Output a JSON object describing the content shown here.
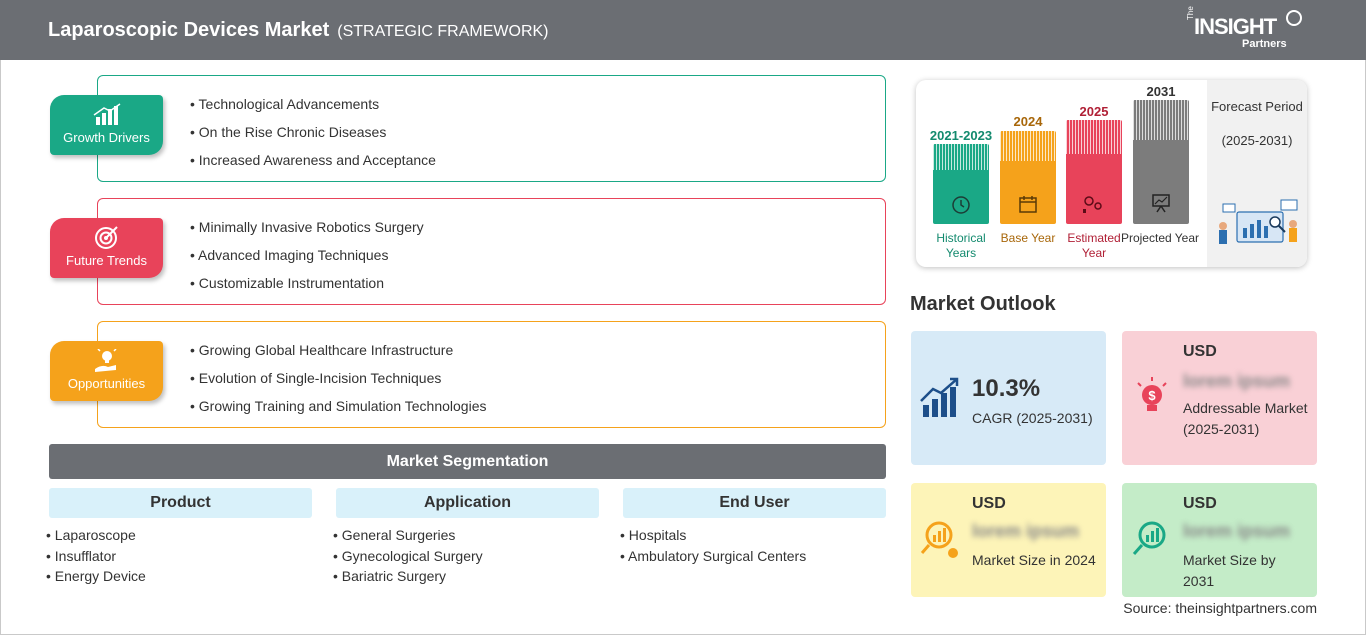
{
  "header": {
    "title": "Laparoscopic Devices Market",
    "subtitle": "(STRATEGIC FRAMEWORK)",
    "logo": {
      "the": "The",
      "insight": "INSIGHT",
      "partners": "Partners"
    }
  },
  "themes": [
    {
      "label": "Growth Drivers",
      "color": "#1aa886",
      "icon": "bar-chart-growth-icon",
      "items": [
        "Technological Advancements",
        "On the Rise Chronic Diseases",
        "Increased Awareness and Acceptance"
      ]
    },
    {
      "label": "Future Trends",
      "color": "#e8435a",
      "icon": "target-icon",
      "items": [
        "Minimally Invasive Robotics Surgery",
        "Advanced Imaging Techniques",
        "Customizable Instrumentation"
      ]
    },
    {
      "label": "Opportunities",
      "color": "#f5a21b",
      "icon": "lightbulb-hand-icon",
      "items": [
        "Growing Global Healthcare Infrastructure",
        "Evolution of Single-Incision Techniques",
        "Growing Training and Simulation Technologies"
      ]
    }
  ],
  "segmentation": {
    "title": "Market Segmentation",
    "columns": [
      {
        "title": "Product",
        "items": [
          "Laparoscope",
          "Insufflator",
          "Energy Device"
        ]
      },
      {
        "title": "Application",
        "items": [
          "General Surgeries",
          "Gynecological Surgery",
          "Bariatric Surgery"
        ]
      },
      {
        "title": "End User",
        "items": [
          "Hospitals",
          "Ambulatory Surgical Centers"
        ]
      }
    ]
  },
  "timeline": {
    "periods": [
      {
        "year": "2021-2023",
        "label": "Historical Years",
        "color": "#1aa886",
        "label_color": "#138a6e",
        "icon": "history-clock-icon"
      },
      {
        "year": "2024",
        "label": "Base Year",
        "color": "#f5a21b",
        "label_color": "#a8670a",
        "icon": "calendar-icon"
      },
      {
        "year": "2025",
        "label": "Estimated Year",
        "color": "#e8435a",
        "label_color": "#b01f35",
        "icon": "gears-chart-icon"
      },
      {
        "year": "2031",
        "label": "Projected Year",
        "color": "#7c7c7c",
        "label_color": "#333333",
        "icon": "presentation-icon"
      }
    ],
    "forecast_title": "Forecast Period",
    "forecast_range": "(2025-2031)"
  },
  "outlook": {
    "title": "Market Outlook",
    "cagr": {
      "value": "10.3%",
      "label": "CAGR (2025-2031)",
      "color": "#d7eaf7"
    },
    "addressable": {
      "currency": "USD",
      "value": "lorem ipsum",
      "label": "Addressable Market (2025-2031)",
      "color": "#f9d0d6"
    },
    "size_2024": {
      "currency": "USD",
      "value": "lorem ipsum",
      "label": "Market Size in 2024",
      "color": "#fdf4b8"
    },
    "size_2031": {
      "currency": "USD",
      "value": "lorem ipsum",
      "label": "Market Size by 2031",
      "color": "#c4ecc8"
    }
  },
  "source": "Source: theinsightpartners.com"
}
